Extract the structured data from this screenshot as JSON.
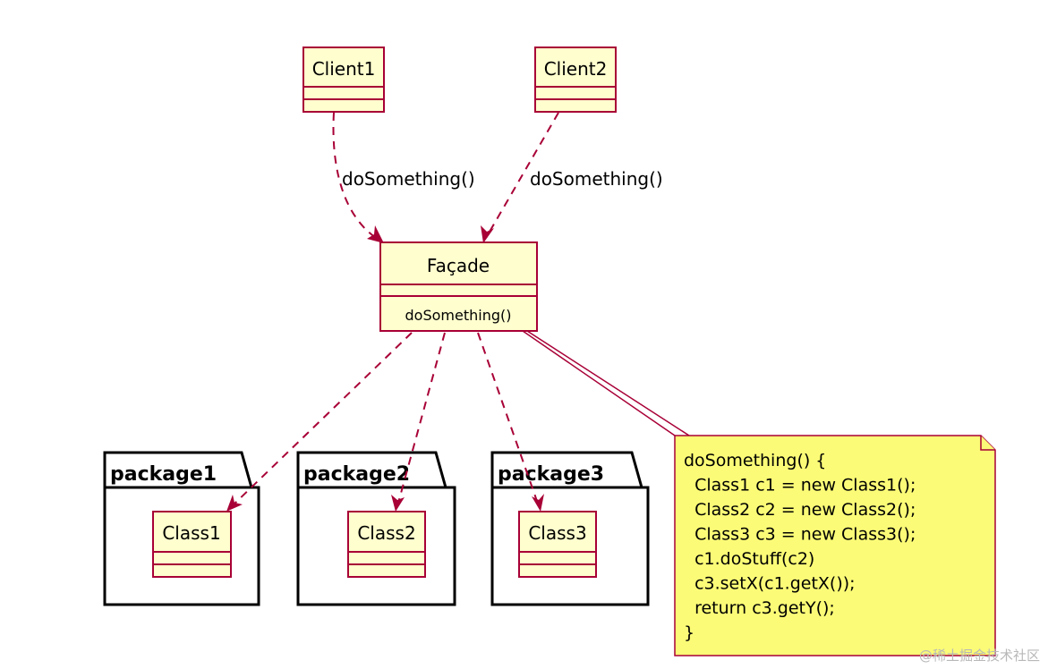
{
  "clients": [
    {
      "name": "Client1"
    },
    {
      "name": "Client2"
    }
  ],
  "facade": {
    "name": "Façade",
    "method": "doSomething()"
  },
  "edges": {
    "client1_label": "doSomething()",
    "client2_label": "doSomething()"
  },
  "packages": [
    {
      "name": "package1",
      "class_name": "Class1"
    },
    {
      "name": "package2",
      "class_name": "Class2"
    },
    {
      "name": "package3",
      "class_name": "Class3"
    }
  ],
  "note": {
    "lines": [
      "doSomething() {",
      "  Class1 c1 = new Class1();",
      "  Class2 c2 = new Class2();",
      "  Class3 c3 = new Class3();",
      "  c1.doStuff(c2)",
      "  c3.setX(c1.getX());",
      "  return c3.getY();",
      "}"
    ]
  },
  "watermark": "@稀土掘金技术社区",
  "colors": {
    "class_fill": "#FEFECE",
    "class_border": "#A80036",
    "note_fill": "#FBFB77"
  }
}
